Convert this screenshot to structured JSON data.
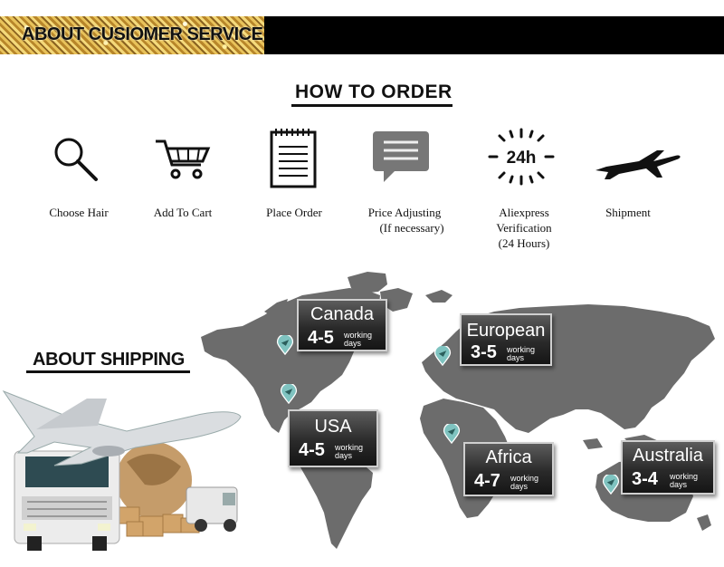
{
  "banner": {
    "title": "ABOUT CUSIOMER SERVICE"
  },
  "how_to_order": {
    "title": "HOW  TO  ORDER",
    "steps": [
      {
        "line1": "Choose Hair",
        "line2": "",
        "line3": "",
        "icon": "magnifier-icon"
      },
      {
        "line1": "Add To Cart",
        "line2": "",
        "line3": "",
        "icon": "cart-icon"
      },
      {
        "line1": "Place Order",
        "line2": "",
        "line3": "",
        "icon": "notepad-icon"
      },
      {
        "line1": "Price Adjusting",
        "line2": "(If necessary)",
        "line3": "",
        "icon": "chat-bubble-icon"
      },
      {
        "line1": "Aliexpress",
        "line2": "Verification",
        "line3": "(24 Hours)",
        "icon": "clock-24h-icon"
      },
      {
        "line1": "Shipment",
        "line2": "",
        "line3": "",
        "icon": "airplane-icon"
      }
    ]
  },
  "shipping": {
    "title": "ABOUT SHIPPING",
    "regions": [
      {
        "name": "Canada",
        "days": "4-5",
        "unit_top": "working",
        "unit_bottom": "days"
      },
      {
        "name": "European",
        "days": "3-5",
        "unit_top": "working",
        "unit_bottom": "days"
      },
      {
        "name": "USA",
        "days": "4-5",
        "unit_top": "working",
        "unit_bottom": "days"
      },
      {
        "name": "Africa",
        "days": "4-7",
        "unit_top": "working",
        "unit_bottom": "days"
      },
      {
        "name": "Australia",
        "days": "3-4",
        "unit_top": "working",
        "unit_bottom": "days"
      }
    ]
  },
  "colors": {
    "banner_bg": "#000000",
    "gold": "#d9b04a",
    "map_gray": "#6e6e6e",
    "pin_teal": "#7fc3c0"
  }
}
